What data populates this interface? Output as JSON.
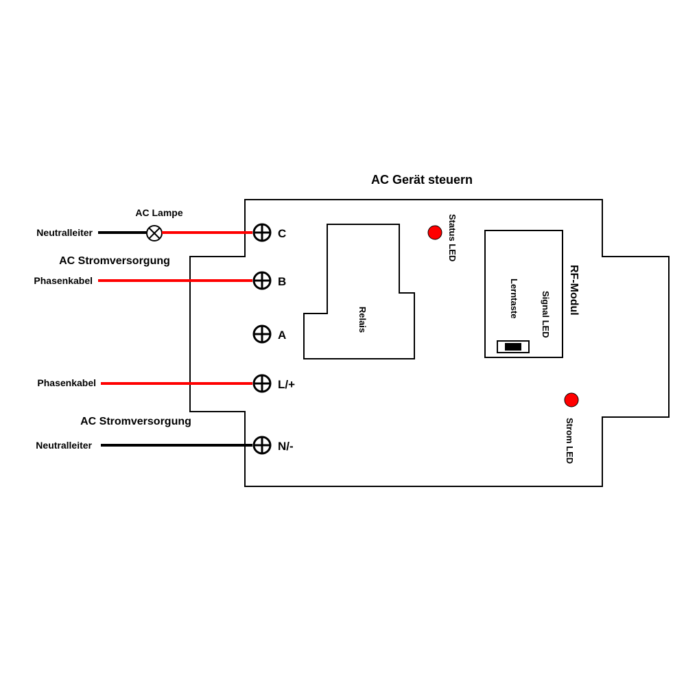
{
  "title": "AC Gerät steuern",
  "colors": {
    "wire_phase": "#ff0000",
    "wire_neutral": "#000000",
    "led": "#ff0000",
    "outline": "#000000"
  },
  "icons": {
    "terminal": "terminal-screw-icon",
    "lamp": "lamp-symbol-icon",
    "led": "led-icon",
    "button": "push-button-icon"
  },
  "lamp": {
    "label": "AC Lampe"
  },
  "load_group": {
    "label": "AC Stromversorgung",
    "neutral_label": "Neutralleiter",
    "phase_label": "Phasenkabel"
  },
  "power_group": {
    "label": "AC Stromversorgung",
    "phase_label": "Phasenkabel",
    "neutral_label": "Neutralleiter"
  },
  "terminals": [
    {
      "label": "C"
    },
    {
      "label": "B"
    },
    {
      "label": "A"
    },
    {
      "label": "L/+"
    },
    {
      "label": "N/-"
    }
  ],
  "relay": {
    "label": "Relais"
  },
  "status_led": {
    "label": "Status LED"
  },
  "rf_module": {
    "label": "RF-Modul",
    "signal_led_label": "Signal LED",
    "learn_button_label": "Lerntaste"
  },
  "power_led": {
    "label": "Strom LED"
  }
}
